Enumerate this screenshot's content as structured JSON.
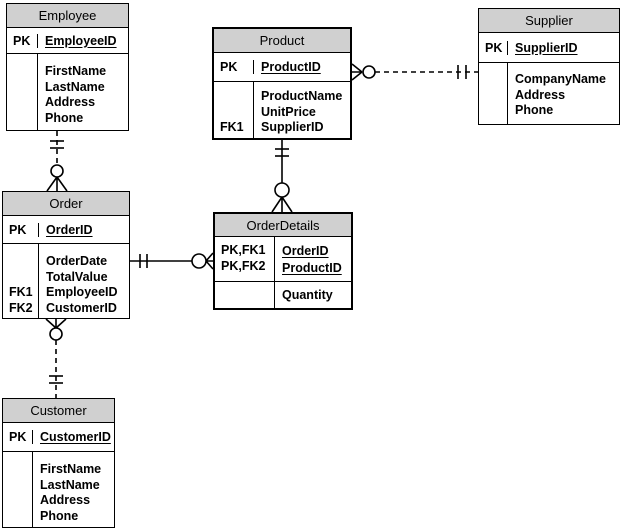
{
  "colors": {
    "header_fill": "#d0d0d0",
    "border": "#000000",
    "relationship_line": "#000000",
    "background": "#ffffff"
  },
  "entities": {
    "employee": {
      "title": "Employee",
      "pk_label": "PK",
      "pk_field": "EmployeeID",
      "attr_labels": [
        "",
        "",
        "",
        ""
      ],
      "attrs": [
        "FirstName",
        "LastName",
        "Address",
        "Phone"
      ]
    },
    "product": {
      "title": "Product",
      "pk_label": "PK",
      "pk_field": "ProductID",
      "attr_labels": [
        "",
        "",
        "FK1"
      ],
      "attrs": [
        "ProductName",
        "UnitPrice",
        "SupplierID"
      ]
    },
    "supplier": {
      "title": "Supplier",
      "pk_label": "PK",
      "pk_field": "SupplierID",
      "attr_labels": [
        "",
        "",
        ""
      ],
      "attrs": [
        "CompanyName",
        "Address",
        "Phone"
      ]
    },
    "order": {
      "title": "Order",
      "pk_label": "PK",
      "pk_field": "OrderID",
      "attr_labels": [
        "",
        "",
        "FK1",
        "FK2"
      ],
      "attrs": [
        "OrderDate",
        "TotalValue",
        "EmployeeID",
        "CustomerID"
      ]
    },
    "orderdetails": {
      "title": "OrderDetails",
      "key_rows": [
        {
          "label": "PK,FK1",
          "field": "OrderID"
        },
        {
          "label": "PK,FK2",
          "field": "ProductID"
        }
      ],
      "attr_labels": [
        ""
      ],
      "attrs": [
        "Quantity"
      ]
    },
    "customer": {
      "title": "Customer",
      "pk_label": "PK",
      "pk_field": "CustomerID",
      "attr_labels": [
        "",
        "",
        "",
        ""
      ],
      "attrs": [
        "FirstName",
        "LastName",
        "Address",
        "Phone"
      ]
    }
  },
  "relationships": [
    {
      "from": "Employee",
      "to": "Order",
      "from_cardinality": "one-and-only-one",
      "to_cardinality": "zero-or-many",
      "line_style": "dashed"
    },
    {
      "from": "Supplier",
      "to": "Product",
      "from_cardinality": "one-and-only-one",
      "to_cardinality": "zero-or-many",
      "line_style": "dashed"
    },
    {
      "from": "Customer",
      "to": "Order",
      "from_cardinality": "one-and-only-one",
      "to_cardinality": "zero-or-many",
      "line_style": "dashed"
    },
    {
      "from": "Order",
      "to": "OrderDetails",
      "from_cardinality": "one-and-only-one",
      "to_cardinality": "zero-or-many",
      "line_style": "solid"
    },
    {
      "from": "Product",
      "to": "OrderDetails",
      "from_cardinality": "one-and-only-one",
      "to_cardinality": "zero-or-many",
      "line_style": "solid"
    }
  ]
}
